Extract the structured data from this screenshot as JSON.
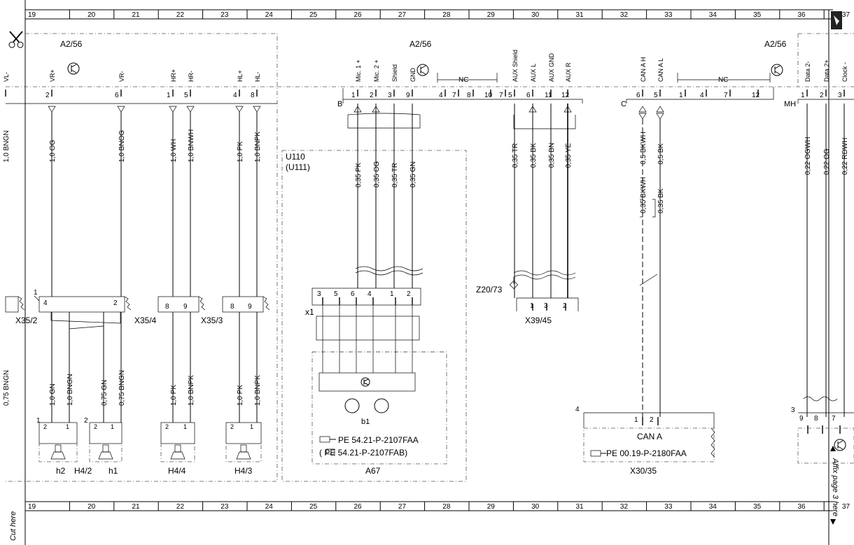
{
  "grid_numbers": [
    "19",
    "20",
    "21",
    "22",
    "23",
    "24",
    "25",
    "26",
    "27",
    "28",
    "29",
    "30",
    "31",
    "32",
    "33",
    "34",
    "35",
    "36",
    "37"
  ],
  "cut_here": "Cut here",
  "affix_text": "Affix page 3 here",
  "blocks": {
    "left_title": "A2/56",
    "mid_title": "A2/56",
    "right_title": "A2/56"
  },
  "left_pins": [
    {
      "name": "VL-",
      "pin": ""
    },
    {
      "name": "VR+",
      "pin": "2"
    },
    {
      "name": "VR-",
      "pin": "6"
    },
    {
      "name": "HR+",
      "pin": "1"
    },
    {
      "name": "HR-",
      "pin": "5"
    },
    {
      "name": "HL+",
      "pin": "4"
    },
    {
      "name": "HL-",
      "pin": "8"
    }
  ],
  "left_wires_top": [
    "1,0 BNGN",
    "1,0 OG",
    "1,0 BNOG",
    "1,0 WH",
    "1,0 BNWH",
    "1,0 PK",
    "1,0 BNPK"
  ],
  "left_wires_bot": [
    "0,75 BNGN",
    "1,0 GN",
    "1,0 BNGN",
    "0,75 GN",
    "0,75 BNGN",
    "1,0 PK",
    "1,0 BNPK",
    "1,0 PK",
    "1,0 BNPK"
  ],
  "connectors": {
    "x35_2": "X35/2",
    "x35_4": "X35/4",
    "x35_3": "X35/3",
    "x35_2_pin1": "1",
    "x35_2_pin4": "4",
    "x35_4_pin2": "2",
    "x35_4_pin8": "8",
    "x35_4_pin9": "9",
    "x35_3_pin8": "8",
    "x35_3_pin9": "9"
  },
  "speakers": {
    "h2": "h2",
    "h4_2": "H4/2",
    "h1": "h1",
    "h4_4": "H4/4",
    "h4_3": "H4/3",
    "n1": "1",
    "n2": "2"
  },
  "mid_pins": [
    {
      "name": "Mic. 1 +",
      "pin": "1"
    },
    {
      "name": "Mic. 2 +",
      "pin": "2"
    },
    {
      "name": "Shield",
      "pin": "3"
    },
    {
      "name": "GND",
      "pin": "9"
    }
  ],
  "nc_label": "NC",
  "nc_pins": [
    "4",
    "7",
    "8",
    "10"
  ],
  "aux_pins": [
    {
      "name": "AUX Shield",
      "pin": "5"
    },
    {
      "name": "AUX L",
      "pin": "6"
    },
    {
      "name": "AUX GND",
      "pin": "11"
    },
    {
      "name": "AUX R",
      "pin": "12"
    }
  ],
  "aux_side_pin": "7",
  "conn_b": "B",
  "conn_c": "C",
  "conn_mh": "MH",
  "u110": "U110",
  "u111": "(U111)",
  "mid_wires": [
    "0,35 PK",
    "0,35 OG",
    "0,35 TR",
    "0,35 GN"
  ],
  "aux_wires": [
    "0,35 TR",
    "0,35 BK",
    "0,35 BN",
    "0,35 YE"
  ],
  "x1": "x1",
  "x1_pins": [
    "3",
    "5",
    "6",
    "4",
    "1",
    "2"
  ],
  "b1": "b1",
  "pe1": "PE 54.21-P-2107FAA",
  "pe2": "(   PE 54.21-P-2107FAB)",
  "a67": "A67",
  "z20": "Z20/73",
  "x39": "X39/45",
  "x39_pins": [
    "1",
    "3",
    "2"
  ],
  "can_pins": [
    {
      "name": "CAN A H",
      "pin": "6"
    },
    {
      "name": "CAN A L",
      "pin": "5"
    }
  ],
  "can_nc_pins": [
    "1",
    "4",
    "7",
    "12"
  ],
  "can_wires_top": [
    "0,5 BKWH",
    "0,5 BK"
  ],
  "can_wires_mid": [
    "0,35 BKWH",
    "0,35 BK"
  ],
  "x30_num": "4",
  "x30_pins": [
    "1",
    "2"
  ],
  "can_a": "CAN A",
  "pe3": "PE 00.19-P-2180FAA",
  "x30": "X30/35",
  "right_pins": [
    {
      "name": "Data 2-",
      "pin": "1"
    },
    {
      "name": "Data 2+",
      "pin": "2"
    },
    {
      "name": "Clock -",
      "pin": "3"
    }
  ],
  "right_wires": [
    "0,22 OGWH",
    "0,22 OG",
    "0,22 RDWH"
  ],
  "right_bot_num": "3",
  "right_bot_pins": [
    "9",
    "8",
    "7"
  ]
}
